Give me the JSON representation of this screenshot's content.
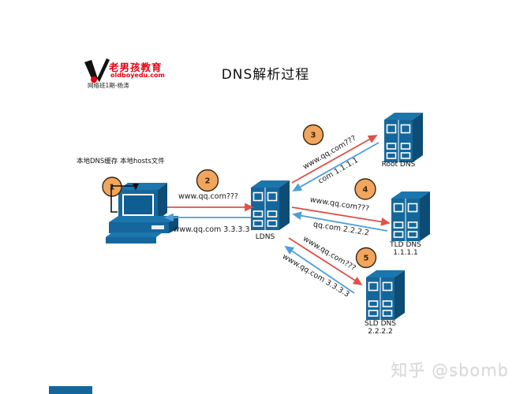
{
  "logo": {
    "brand": "老男孩教育",
    "domain": "oldboyedu.com",
    "class_info": "网络班1期-杨涛"
  },
  "title": "DNS解析过程",
  "client_note": "本地DNS缓存 本地hosts文件",
  "nodes": {
    "ldns": "LDNS",
    "root": "Root DNS",
    "tld": "TLD DNS",
    "tld_ip": "1.1.1.1",
    "sld": "SLD DNS",
    "sld_ip": "2.2.2.2"
  },
  "steps": {
    "one": "1",
    "two": "2",
    "three": "3",
    "four": "4",
    "five": "5"
  },
  "messages": {
    "client_query": "www.qq.com???",
    "client_reply": "www.qq.com 3.3.3.3",
    "root_query": "www.qq.com???",
    "root_reply": "com 1.1.1.1",
    "tld_query": "www.qq.com???",
    "tld_reply": "qq.com 2.2.2.2",
    "sld_query": "www.qq.com???",
    "sld_reply": "www.qq.com 3.3.3.3"
  },
  "watermark": "知乎 @sbomb",
  "colors": {
    "server_front": "#15679b",
    "server_top": "#1b76ad",
    "server_side": "#0c4c75",
    "query_red": "#dd5149",
    "reply_blue": "#4d9edb",
    "step_orange": "#f2a55e",
    "logo_red": "#e60012"
  }
}
